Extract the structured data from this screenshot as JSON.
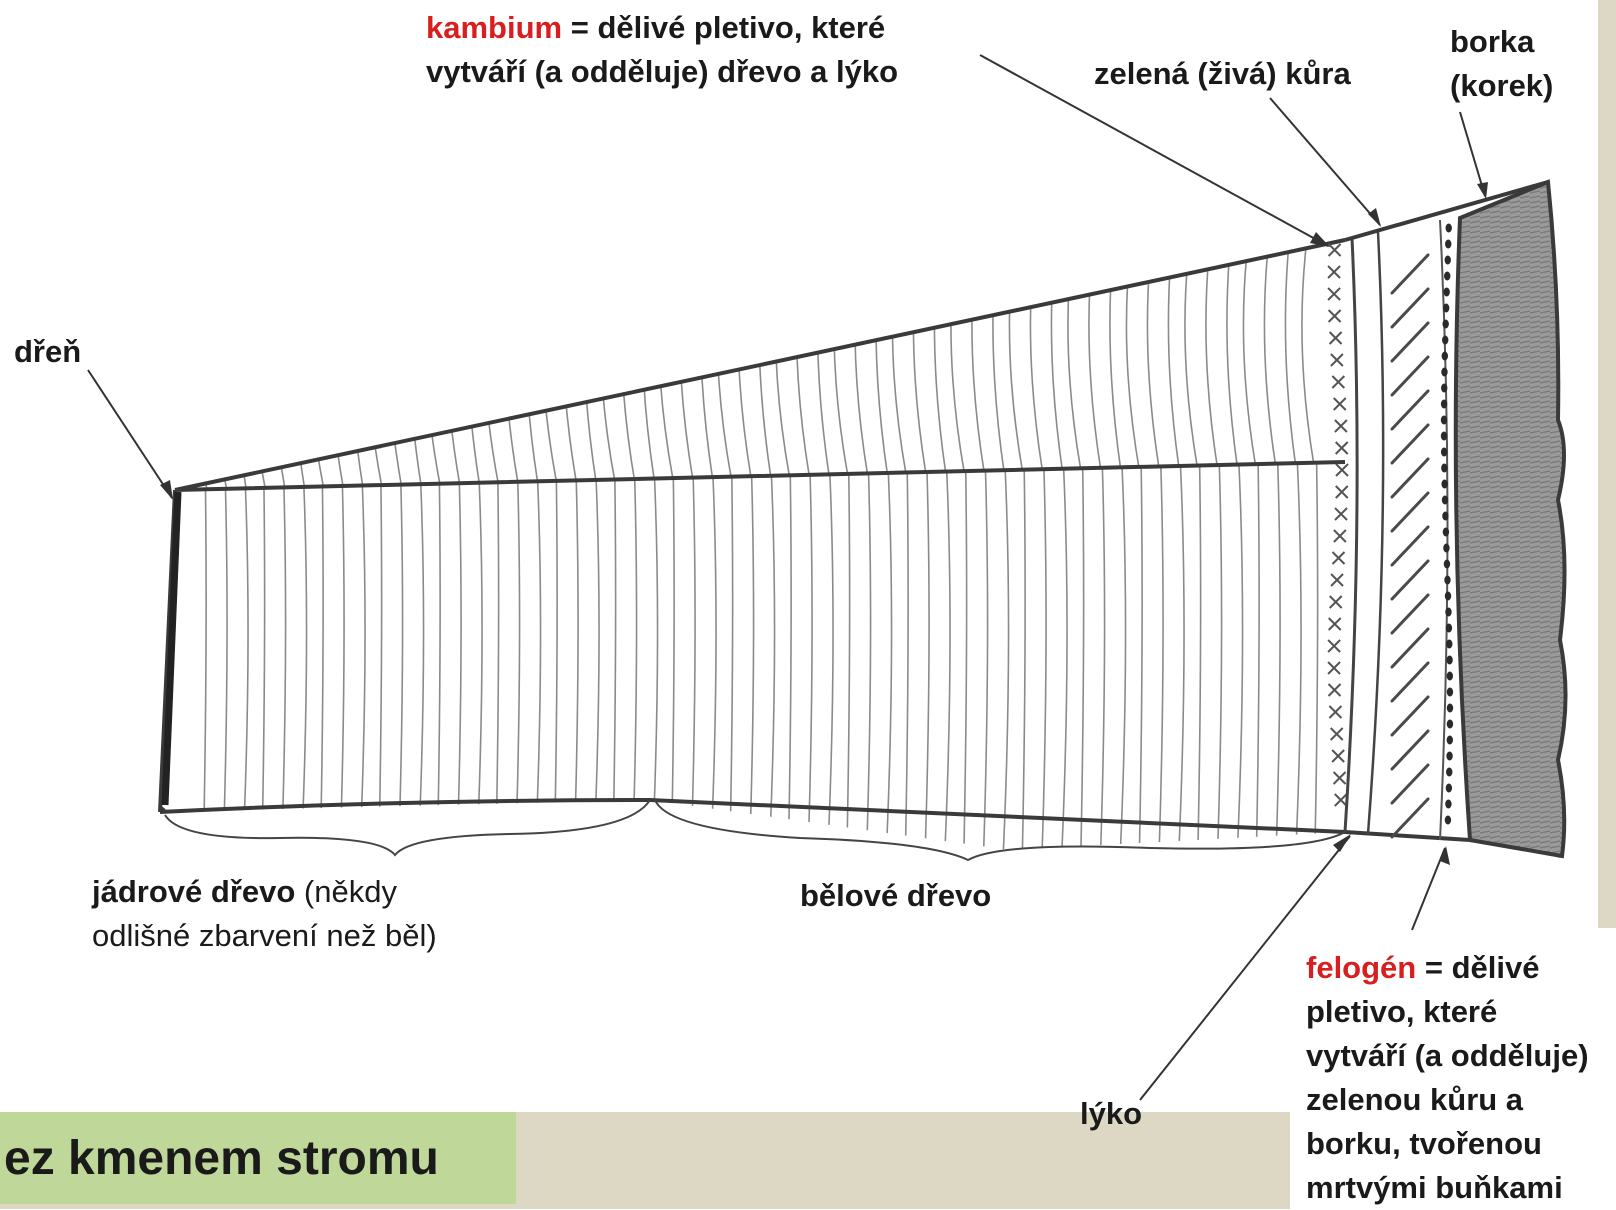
{
  "title": "ez kmenem stromu",
  "colors": {
    "highlight": "#d81e1e",
    "title_bg": "#bfd89a",
    "band_bg": "#ddd8c4",
    "pencil": "#3a3a3a"
  },
  "labels": {
    "kambium": {
      "term": "kambium",
      "line1_rest": " = dělivé pletivo, které",
      "line2": "vytváří (a odděluje) dřevo a lýko"
    },
    "zelena_kura": "zelená (živá) kůra",
    "borka": {
      "line1": "borka",
      "line2": "(korek)"
    },
    "dren": "dřeň",
    "jadrove": {
      "term": "jádrové dřevo",
      "rest": " (někdy",
      "line2": "odlišné zbarvení než běl)"
    },
    "belove": "bělové dřevo",
    "lyko": "lýko",
    "felogen": {
      "term": "felogén",
      "line1_rest": " = dělivé",
      "line2": "pletivo, které",
      "line3": "vytváří (a odděluje)",
      "line4": "zelenou kůru a",
      "line5": "borku, tvořenou",
      "line6": "mrtvými buňkami"
    }
  }
}
